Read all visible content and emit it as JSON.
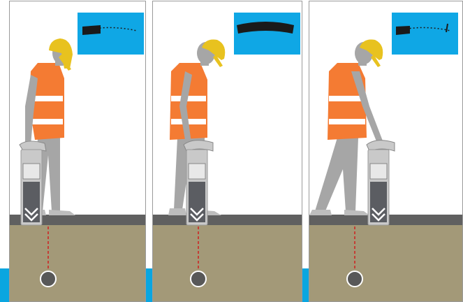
{
  "colors": {
    "accent_blue": "#0aa6e0",
    "sky": "#ffffff",
    "pavement": "#606060",
    "soil": "#a39978",
    "vest": "#f47b33",
    "vest_stripe": "#ffffff",
    "helmet": "#e8c21f",
    "body": "#a6a6a6",
    "boots": "#bdbdbd",
    "locator_body": "#c9c9c9",
    "locator_dark": "#5b5d62",
    "pipe": "#585858",
    "trace_line": "#d01f1f",
    "meter_bg": "#0fa7e5",
    "meter_ink": "#1a1a1a"
  },
  "icons": {
    "worker": "worker-with-locator-icon",
    "meter": "signal-meter-icon",
    "pipe": "buried-pipe-icon"
  },
  "panels": [
    {
      "meter_level": 0.2,
      "locator_position": "left-of-pipe"
    },
    {
      "meter_level": 1.0,
      "locator_position": "over-pipe"
    },
    {
      "meter_level": 0.2,
      "locator_position": "right-of-pipe"
    }
  ]
}
